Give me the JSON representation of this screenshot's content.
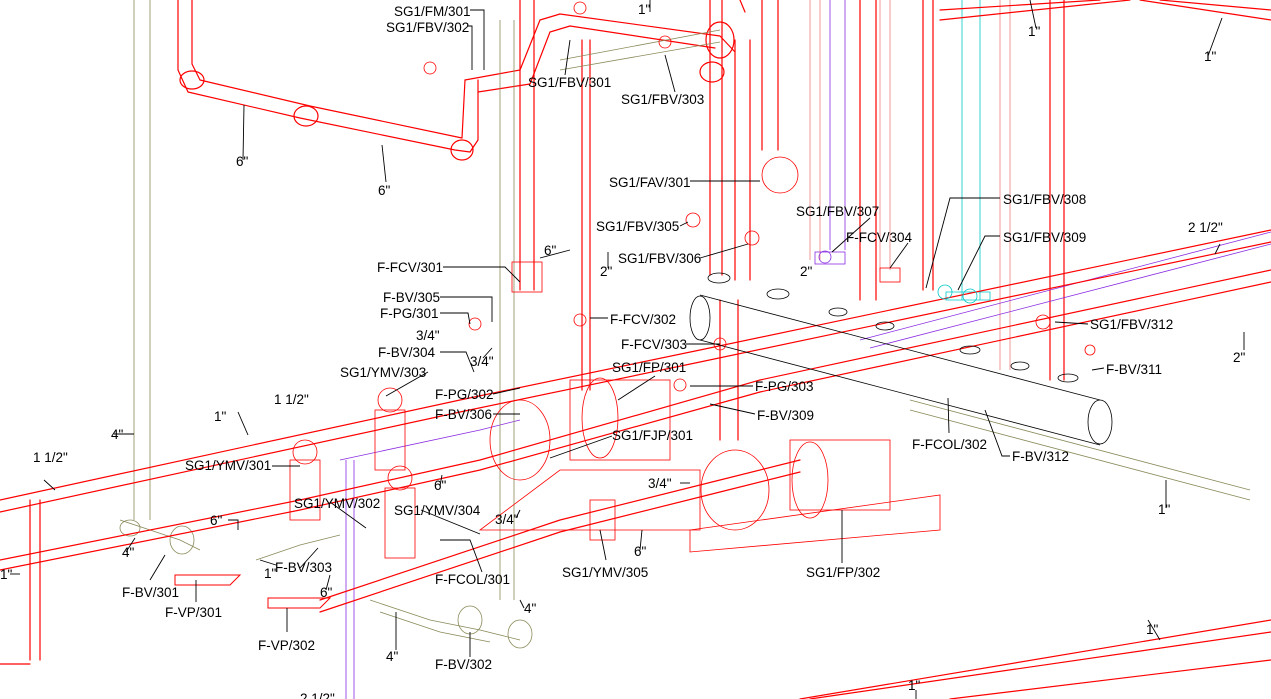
{
  "colors": {
    "pipe_main": "#ff0000",
    "pipe_pink": "#f08080",
    "pipe_olive": "#8a8a5a",
    "pipe_purple": "#8a2be2",
    "pipe_cyan": "#00c8c8",
    "outline": "#000000",
    "background": "#ffffff"
  },
  "labels": {
    "sg1_fm_301": "SG1/FM/301",
    "sg1_fbv_302": "SG1/FBV/302",
    "sg1_fbv_301": "SG1/FBV/301",
    "sg1_fbv_303": "SG1/FBV/303",
    "sg1_fav_301": "SG1/FAV/301",
    "sg1_fbv_305": "SG1/FBV/305",
    "sg1_fbv_306": "SG1/FBV/306",
    "sg1_fbv_307": "SG1/FBV/307",
    "f_fcv_304": "F-FCV/304",
    "sg1_fbv_308": "SG1/FBV/308",
    "sg1_fbv_309": "SG1/FBV/309",
    "sg1_fbv_312": "SG1/FBV/312",
    "f_bv_311": "F-BV/311",
    "f_fcv_301": "F-FCV/301",
    "f_bv_305": "F-BV/305",
    "f_pg_301": "F-PG/301",
    "f_bv_304": "F-BV/304",
    "f_fcv_302": "F-FCV/302",
    "f_fcv_303": "F-FCV/303",
    "sg1_fp_301": "SG1/FP/301",
    "f_pg_303": "F-PG/303",
    "f_bv_309": "F-BV/309",
    "sg1_ymv_303": "SG1/YMV/303",
    "f_pg_302": "F-PG/302",
    "f_bv_306": "F-BV/306",
    "sg1_fjp_301": "SG1/FJP/301",
    "f_fcol_302": "F-FCOL/302",
    "f_bv_312": "F-BV/312",
    "sg1_ymv_301": "SG1/YMV/301",
    "sg1_ymv_302": "SG1/YMV/302",
    "sg1_ymv_304": "SG1/YMV/304",
    "sg1_ymv_305": "SG1/YMV/305",
    "sg1_fp_302": "SG1/FP/302",
    "f_bv_301": "F-BV/301",
    "f_vp_301": "F-VP/301",
    "f_bv_303": "F-BV/303",
    "f_vp_302": "F-VP/302",
    "f_fcol_301": "F-FCOL/301",
    "f_bv_302": "F-BV/302"
  },
  "sizes": {
    "s_1in_a": "1\"",
    "s_1in_b": "1\"",
    "s_1in_c": "1\"",
    "s_6in_a": "6\"",
    "s_6in_b": "6\"",
    "s_6in_c": "6\"",
    "s_2in_a": "2\"",
    "s_2in_b": "2\"",
    "s_2_1_2_a": "2 1/2\"",
    "s_2in_c": "2\"",
    "s_3_4_a": "3/4\"",
    "s_3_4_b": "3/4\"",
    "s_1in_d": "1\"",
    "s_1_1_2_a": "1 1/2\"",
    "s_4in_a": "4\"",
    "s_1_1_2_b": "1 1/2\"",
    "s_6in_d": "6\"",
    "s_3_4_c": "3/4\"",
    "s_6in_e": "6\"",
    "s_3_4_d": "3/4\"",
    "s_1in_e": "1\"",
    "s_4in_b": "4\"",
    "s_1in_f": "1\"",
    "s_6in_f": "6\"",
    "s_6in_g": "6\"",
    "s_4in_c": "4\"",
    "s_4in_d": "4\"",
    "s_1in_g": "1\"",
    "s_1in_h": "1\"",
    "s_1in_i": "1\"",
    "s_2_1_2_b": "2 1/2\""
  }
}
